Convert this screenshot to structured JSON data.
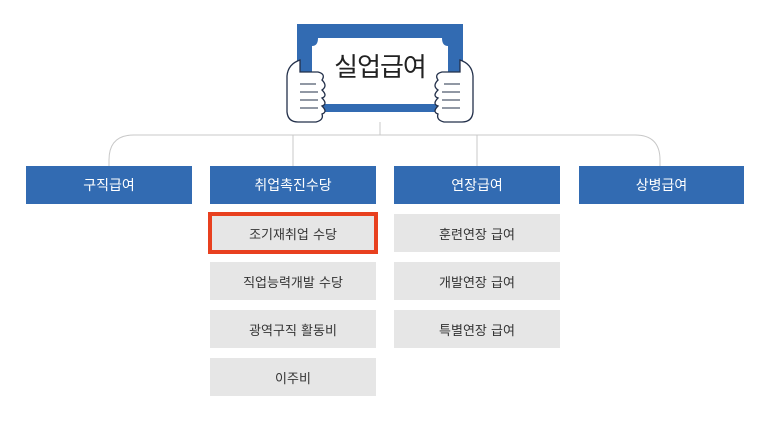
{
  "title": "실업급여",
  "colors": {
    "category": "#326bb2",
    "sub": "#e6e6e6",
    "highlight": "#e8401f",
    "line": "#c8c8c8"
  },
  "categories": [
    {
      "label": "구직급여",
      "items": []
    },
    {
      "label": "취업촉진수당",
      "items": [
        "조기재취업 수당",
        "직업능력개발 수당",
        "광역구직 활동비",
        "이주비"
      ]
    },
    {
      "label": "연장급여",
      "items": [
        "훈련연장 급여",
        "개발연장 급여",
        "특별연장 급여"
      ]
    },
    {
      "label": "상병급여",
      "items": []
    }
  ],
  "highlighted_item": "조기재취업 수당"
}
